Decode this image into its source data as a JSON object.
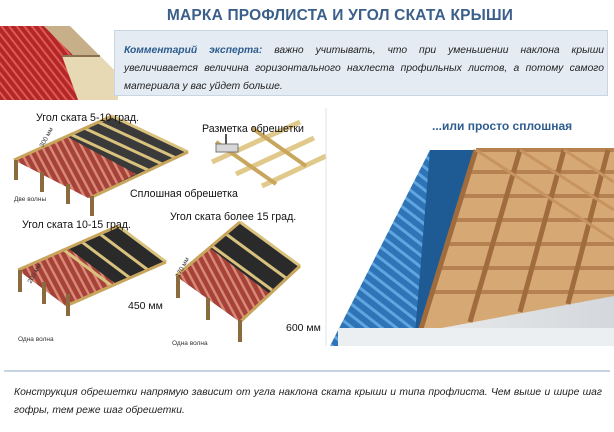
{
  "title": "МАРКА ПРОФЛИСТА И УГОЛ СКАТА КРЫШИ",
  "expert": {
    "label": "Комментарий эксперта:",
    "text": " важно учитывать, что при уменьшении наклона крыши увеличивается величина горизонтального нахлеста профильных листов, а потому самого материала у вас уйдет больше."
  },
  "scenes": {
    "angle_5_10": "Угол ската 5-10 град.",
    "marking": "Разметка обрешетки",
    "solid_lathing": "Сплошная обрешетка",
    "angle_10_15": "Угол ската 10-15 град.",
    "angle_15_plus": "Угол ската более 15 град.",
    "dim_300": "300 мм",
    "dim_200": "200 мм",
    "dim_170": "170 мм",
    "two_waves": "Две волны",
    "one_wave_1": "Одна волна",
    "one_wave_2": "Одна волна",
    "dim_450": "450 мм",
    "dim_600": "600 мм",
    "or_solid": "...или просто сплошная"
  },
  "footer": {
    "text": "Конструкция обрешетки напрямую зависит от угла наклона ската крыши и типа профлиста. Чем выше и шире шаг гофры, тем реже шаг обрешетки."
  }
}
